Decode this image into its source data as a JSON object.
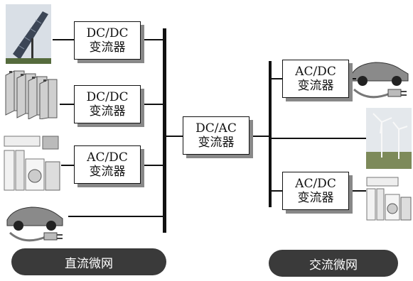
{
  "converters": {
    "dcdc_solar": {
      "line1": "DC/DC",
      "line2": "变流器"
    },
    "dcdc_battery": {
      "line1": "DC/DC",
      "line2": "变流器"
    },
    "acdc_appliance_left": {
      "line1": "AC/DC",
      "line2": "变流器"
    },
    "dcac_center": {
      "line1": "DC/AC",
      "line2": "变流器"
    },
    "acdc_ev_right": {
      "line1": "AC/DC",
      "line2": "变流器"
    },
    "acdc_appliance_right": {
      "line1": "AC/DC",
      "line2": "变流器"
    }
  },
  "labels": {
    "dc_microgrid": "直流微网",
    "ac_microgrid": "交流微网"
  },
  "icons": [
    "solar-panel-icon",
    "battery-pack-icon",
    "home-appliances-icon",
    "electric-car-icon",
    "wind-turbine-icon"
  ],
  "colors": {
    "line": "#111111",
    "shadow": "#888888",
    "pill": "#3a3a3a"
  }
}
